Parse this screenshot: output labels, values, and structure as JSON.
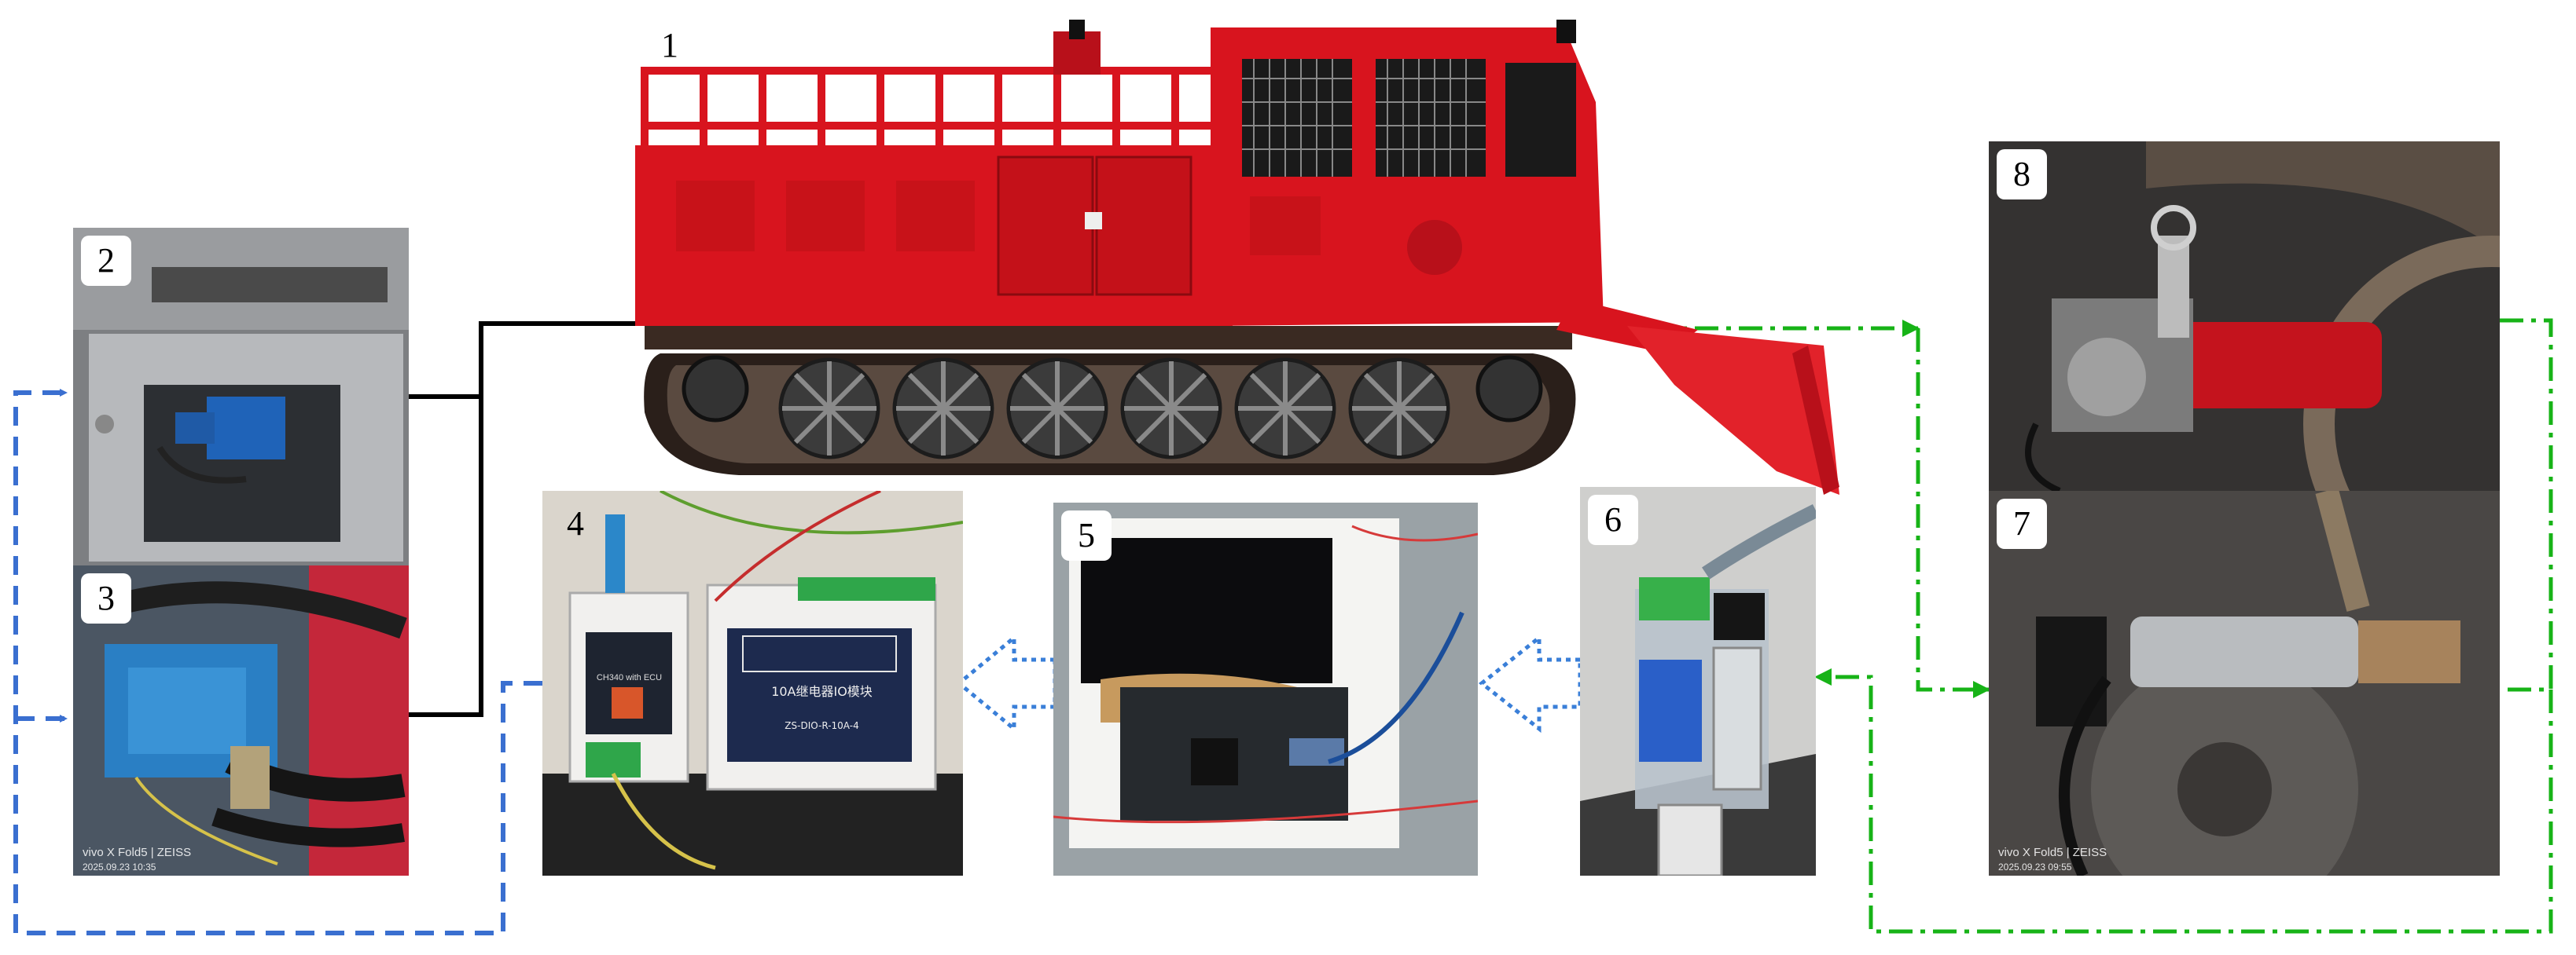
{
  "panels": [
    {
      "id": "1",
      "subject": "tracked-forest-fire-vehicle"
    },
    {
      "id": "2",
      "subject": "electro-hydraulic-valve"
    },
    {
      "id": "3",
      "subject": "hydraulic-pump"
    },
    {
      "id": "4",
      "subject": "relay-module"
    },
    {
      "id": "5",
      "subject": "embedded-controller-board"
    },
    {
      "id": "6",
      "subject": "usb-rs485-converter"
    },
    {
      "id": "7",
      "subject": "pressure-sensor"
    },
    {
      "id": "8",
      "subject": "angle-sensor-cylinder"
    }
  ],
  "watermarks": {
    "camera": "vivo X Fold5 | ZEISS",
    "date_3": "2025.09.23 10:35",
    "date_7": "2025.09.23 09:55"
  },
  "board_text": {
    "relay_small": "CH340 with ECU",
    "relay_big_title": "10A继电器IO模块",
    "relay_big_model": "ZS-DIO-R-10A-4"
  },
  "colors": {
    "vehicle_red": "#d8141e",
    "black_link": "#000000",
    "blue_dashed": "#3a6fd0",
    "green_dashdot": "#17b317",
    "hollow_arrow": "#3a7fd8"
  }
}
